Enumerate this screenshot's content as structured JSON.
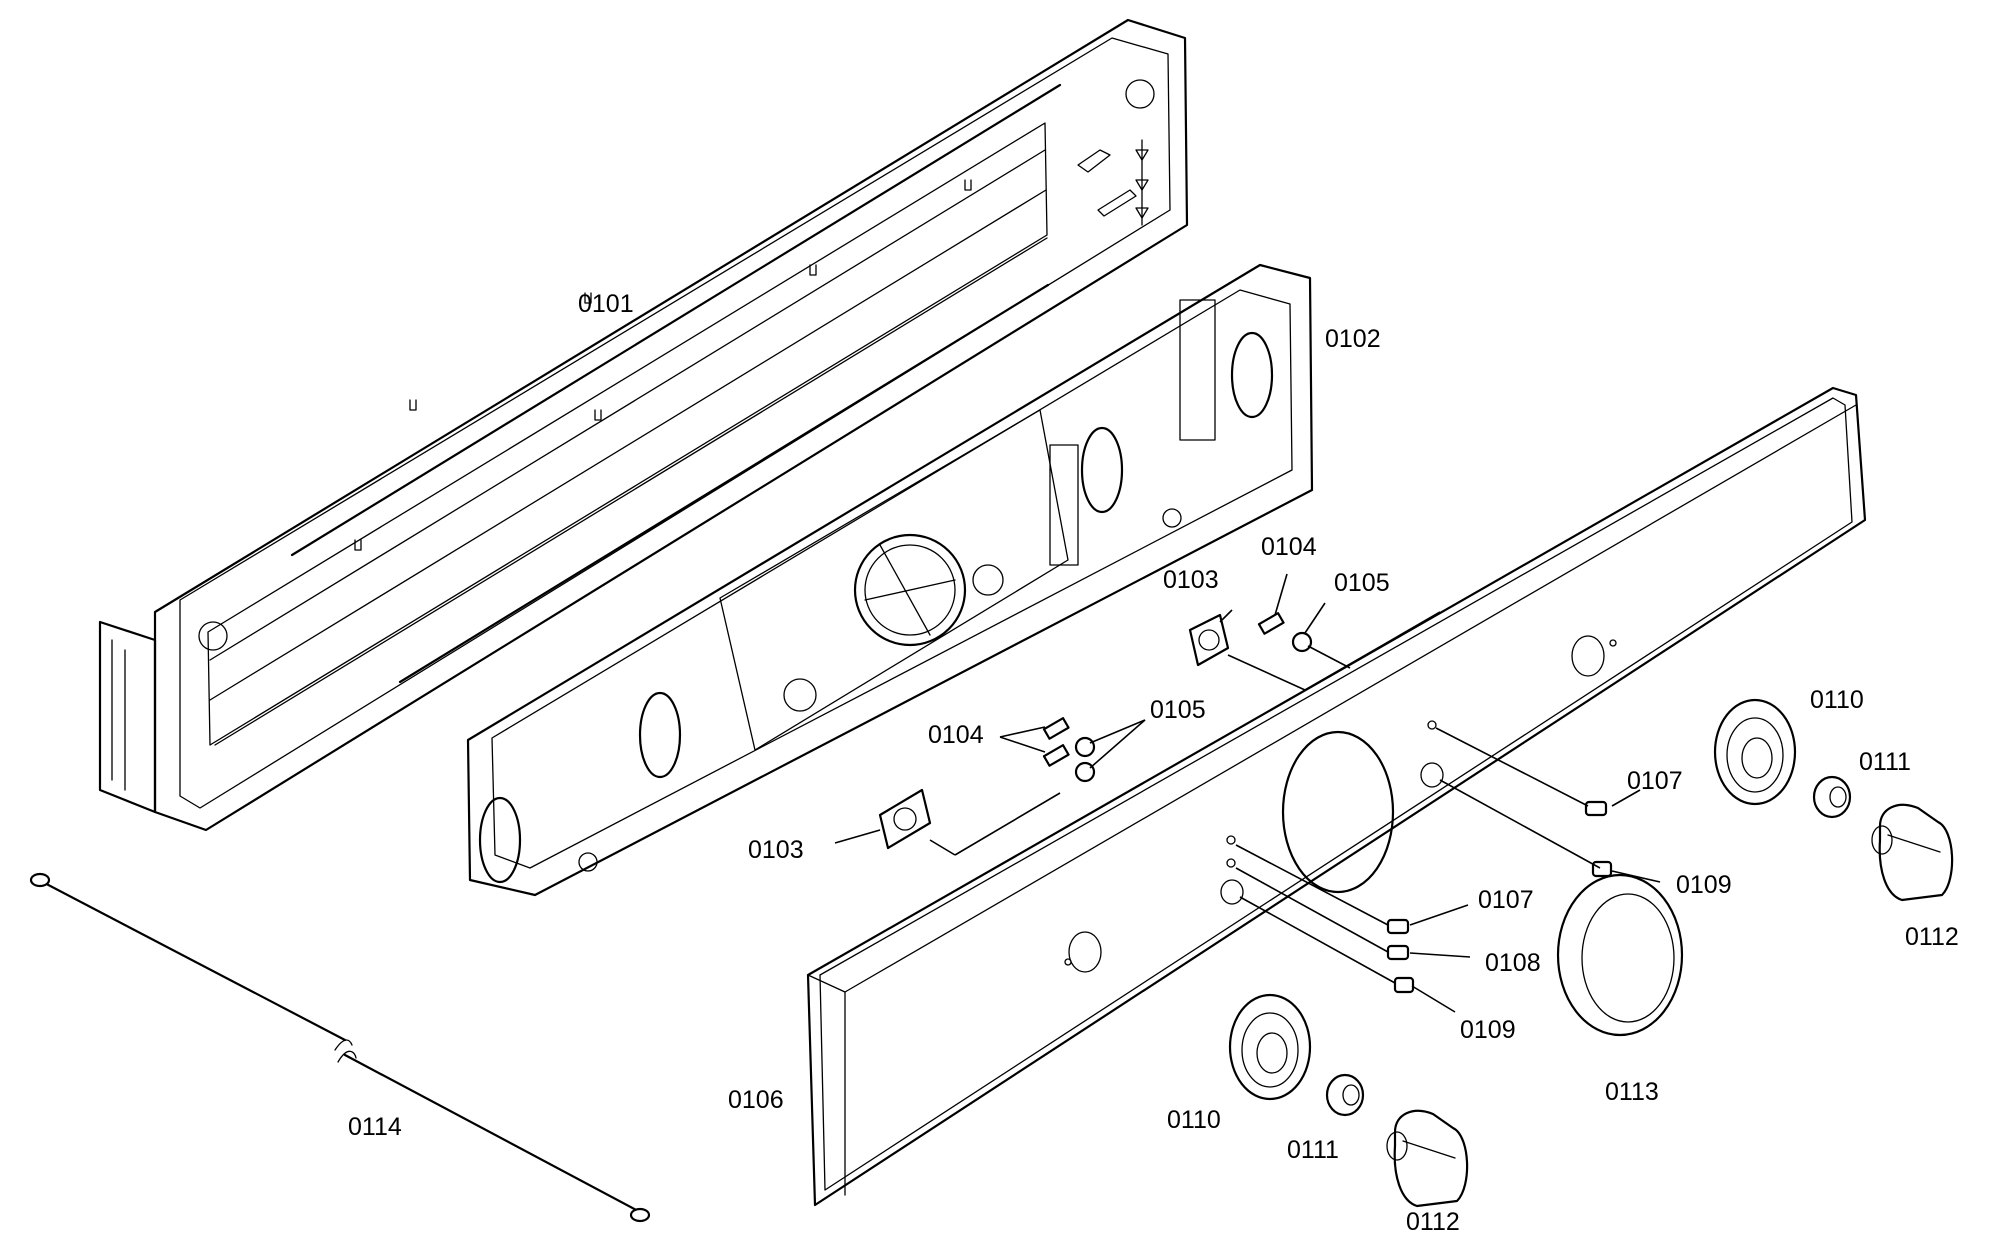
{
  "labels": {
    "l0101": "0101",
    "l0102": "0102",
    "l0103a": "0103",
    "l0103b": "0103",
    "l0104a": "0104",
    "l0104b": "0104",
    "l0105a": "0105",
    "l0105b": "0105",
    "l0106": "0106",
    "l0107a": "0107",
    "l0107b": "0107",
    "l0108": "0108",
    "l0109a": "0109",
    "l0109b": "0109",
    "l0110a": "0110",
    "l0110b": "0110",
    "l0111a": "0111",
    "l0111b": "0111",
    "l0112a": "0112",
    "l0112b": "0112",
    "l0113": "0113",
    "l0114": "0114"
  }
}
